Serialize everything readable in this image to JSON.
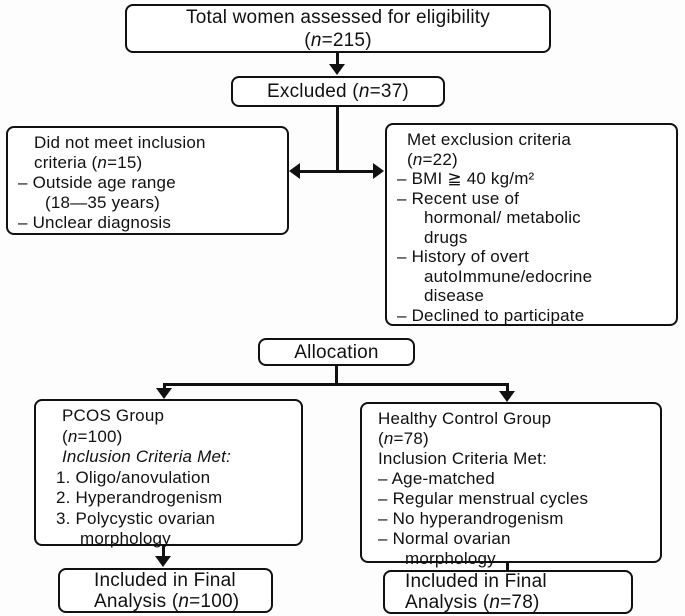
{
  "colors": {
    "ink": "#111111",
    "box_bg": "#ffffff",
    "page_bg": "#fdfdfd"
  },
  "boxes": {
    "total": {
      "l1": "Total women assessed for eligibility",
      "n_pre": "(",
      "n": "n",
      "n_post": "=215)"
    },
    "excluded": {
      "pre": "Excluded (",
      "n": "n",
      "post": "=37)"
    },
    "not_met": {
      "h1": "Did not meet inclusion",
      "h2_pre": "criteria (",
      "n": "n",
      "h2_post": "=15)",
      "b1a": "– Outside age range",
      "b1b": "(18—35 years)",
      "b2": "– Unclear diagnosis"
    },
    "excl_crit": {
      "h1": "Met exclusion criteria",
      "h2_pre": "(",
      "n": "n",
      "h2_post": "=22)",
      "b1": "– BMI ≧ 40 kg/m²",
      "b2a": "– Recent use of",
      "b2b": "hormonal/ metabolic",
      "b2c": "drugs",
      "b3a": "– History of overt",
      "b3b": "autoImmune/edocrine",
      "b3c": "disease",
      "b4": "– Declined to participate"
    },
    "allocation": {
      "label": "Allocation"
    },
    "pcos": {
      "h1": "PCOS Group",
      "h2_pre": "(",
      "n": "n",
      "h2_post": "=100)",
      "sub": "Inclusion Criteria Met:",
      "i1": "1. Oligo/anovulation",
      "i2": "2. Hyperandrogenism",
      "i3a": "3. Polycystic ovarian",
      "i3b": "morphology"
    },
    "healthy": {
      "h1": "Healthy Control Group",
      "h2_pre": "(",
      "n": "n",
      "h2_post": "=78)",
      "sub": "Inclusion Criteria Met:",
      "b1": "– Age-matched",
      "b2": "– Regular menstrual cycles",
      "b3": "– No hyperandrogenism",
      "b4a": "– Normal ovarian",
      "b4b": "morphology"
    },
    "final_pcos": {
      "l1": "Included in Final",
      "l2_pre": "Analysis (",
      "n": "n",
      "l2_post": "=100)"
    },
    "final_healthy": {
      "l1": "Included in Final",
      "l2_pre": "Analysis (",
      "n": "n",
      "l2_post": "=78)"
    }
  }
}
